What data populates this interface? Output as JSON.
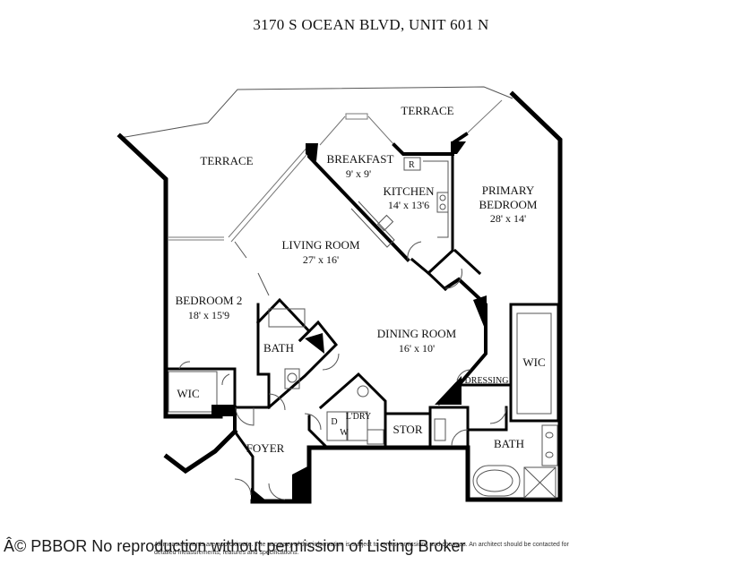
{
  "title": "3170 S OCEAN BLVD, UNIT 601 N",
  "rooms": {
    "terrace_left": {
      "name": "TERRACE"
    },
    "terrace_top": {
      "name": "TERRACE"
    },
    "breakfast": {
      "name": "BREAKFAST",
      "dims": "9' x 9'"
    },
    "kitchen": {
      "name": "KITCHEN",
      "dims": "14' x 13'6"
    },
    "primary_bedroom": {
      "name_line1": "PRIMARY",
      "name_line2": "BEDROOM",
      "dims": "28' x 14'"
    },
    "living_room": {
      "name": "LIVING ROOM",
      "dims": "27' x 16'"
    },
    "bedroom2": {
      "name": "BEDROOM 2",
      "dims": "18' x 15'9"
    },
    "bath_left": {
      "name": "BATH"
    },
    "dining_room": {
      "name": "DINING ROOM",
      "dims": "16' x 10'"
    },
    "wic_right": {
      "name": "WIC"
    },
    "dressing": {
      "name": "DRESSING"
    },
    "wic_left": {
      "name": "WIC"
    },
    "laundry": {
      "name": "L'DRY"
    },
    "stor": {
      "name": "STOR"
    },
    "foyer": {
      "name": "FOYER"
    },
    "bath_right": {
      "name": "BATH"
    }
  },
  "fixtures": {
    "refrigerator": "R",
    "dryer": "D",
    "washer": "W"
  },
  "footer": {
    "watermark": "Â© PBBOR No reproduction without permission of Listing Broker",
    "disclaimer": "All measurements are approximate. The accuracy of this information is subject to errors, omissions and changes. An architect should be contacted for detailed measurements, features and specifications."
  },
  "colors": {
    "wall": "#000000",
    "glass": "#777777",
    "background": "#ffffff"
  }
}
